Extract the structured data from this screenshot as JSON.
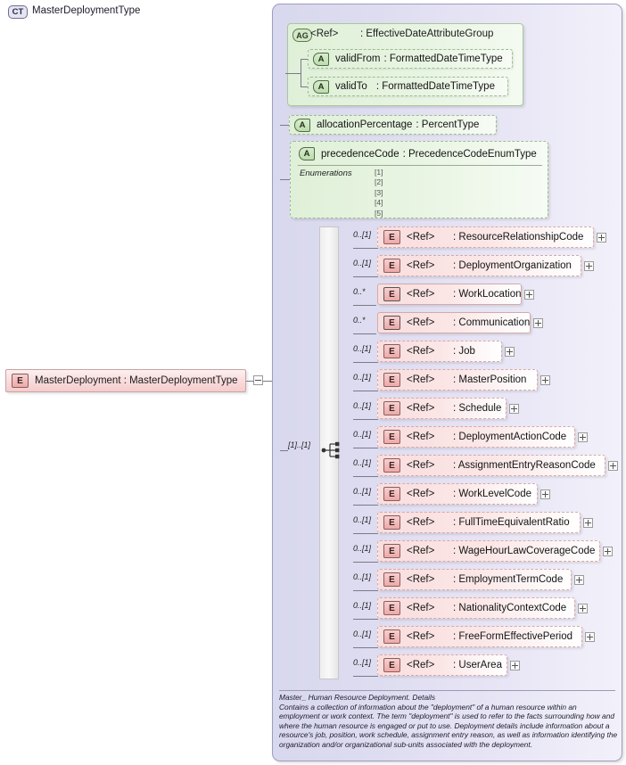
{
  "diagram": {
    "kind": "xsd-schema-diagram",
    "root_element": {
      "badge": "E",
      "label": "MasterDeployment : MasterDeploymentType",
      "toggle": "minus"
    },
    "complex_type": {
      "badge": "CT",
      "title": "MasterDeploymentType"
    },
    "attribute_group": {
      "badge": "AG",
      "ref": "<Ref>",
      "type": ": EffectiveDateAttributeGroup",
      "attributes": [
        {
          "badge": "A",
          "name": "validFrom",
          "type": ": FormattedDateTimeType"
        },
        {
          "badge": "A",
          "name": "validTo",
          "type": ": FormattedDateTimeType"
        }
      ]
    },
    "attributes": [
      {
        "badge": "A",
        "name": "allocationPercentage",
        "type": ": PercentType"
      }
    ],
    "enumeration_attribute": {
      "badge": "A",
      "name": "precedenceCode",
      "type": ": PrecedenceCodeEnumType",
      "keyword": "Enumerations",
      "values": [
        "[1]",
        "[2]",
        "[3]",
        "[4]",
        "[5]"
      ]
    },
    "sequence": {
      "cardinality": "[1]..[1]",
      "icon": "sequence-icon"
    },
    "elements": [
      {
        "cardinality": "0..[1]",
        "badge": "E",
        "ref": "<Ref>",
        "type": ": ResourceRelationshipCode",
        "required": false,
        "toggle": "plus"
      },
      {
        "cardinality": "0..[1]",
        "badge": "E",
        "ref": "<Ref>",
        "type": ": DeploymentOrganization",
        "required": false,
        "toggle": "plus"
      },
      {
        "cardinality": "0..*",
        "badge": "E",
        "ref": "<Ref>",
        "type": ": WorkLocation",
        "required": true,
        "toggle": "plus"
      },
      {
        "cardinality": "0..*",
        "badge": "E",
        "ref": "<Ref>",
        "type": ": Communication",
        "required": true,
        "toggle": "plus"
      },
      {
        "cardinality": "0..[1]",
        "badge": "E",
        "ref": "<Ref>",
        "type": ": Job",
        "required": false,
        "toggle": "plus"
      },
      {
        "cardinality": "0..[1]",
        "badge": "E",
        "ref": "<Ref>",
        "type": ": MasterPosition",
        "required": false,
        "toggle": "plus"
      },
      {
        "cardinality": "0..[1]",
        "badge": "E",
        "ref": "<Ref>",
        "type": ": Schedule",
        "required": false,
        "toggle": "plus"
      },
      {
        "cardinality": "0..[1]",
        "badge": "E",
        "ref": "<Ref>",
        "type": ": DeploymentActionCode",
        "required": false,
        "toggle": "plus"
      },
      {
        "cardinality": "0..[1]",
        "badge": "E",
        "ref": "<Ref>",
        "type": ": AssignmentEntryReasonCode",
        "required": false,
        "toggle": "plus"
      },
      {
        "cardinality": "0..[1]",
        "badge": "E",
        "ref": "<Ref>",
        "type": ": WorkLevelCode",
        "required": false,
        "toggle": "plus"
      },
      {
        "cardinality": "0..[1]",
        "badge": "E",
        "ref": "<Ref>",
        "type": ": FullTimeEquivalentRatio",
        "required": false,
        "toggle": "plus"
      },
      {
        "cardinality": "0..[1]",
        "badge": "E",
        "ref": "<Ref>",
        "type": ": WageHourLawCoverageCode",
        "required": false,
        "toggle": "plus"
      },
      {
        "cardinality": "0..[1]",
        "badge": "E",
        "ref": "<Ref>",
        "type": ": EmploymentTermCode",
        "required": false,
        "toggle": "plus"
      },
      {
        "cardinality": "0..[1]",
        "badge": "E",
        "ref": "<Ref>",
        "type": ": NationalityContextCode",
        "required": false,
        "toggle": "plus"
      },
      {
        "cardinality": "0..[1]",
        "badge": "E",
        "ref": "<Ref>",
        "type": ": FreeFormEffectivePeriod",
        "required": false,
        "toggle": "plus"
      },
      {
        "cardinality": "0..[1]",
        "badge": "E",
        "ref": "<Ref>",
        "type": ": UserArea",
        "required": false,
        "toggle": "plus"
      }
    ],
    "documentation": {
      "title": "Master_ Human Resource Deployment. Details",
      "body": "Contains a collection of information about the \"deployment\" of a human resource  within an employment or work context.  The term \"deployment\" is used to refer to the facts surrounding how and where the human resource is engaged or put to use. Deployment details include information about a resource's job, position, work schedule, assignment entry reason, as well as information identifying the organization and/or organizational sub-units associated with the deployment."
    },
    "colors": {
      "element_fill": "#fadede",
      "attribute_fill": "#dff0d8",
      "container_fill": "#dcdcf0",
      "line": "#7a7a8a"
    }
  }
}
